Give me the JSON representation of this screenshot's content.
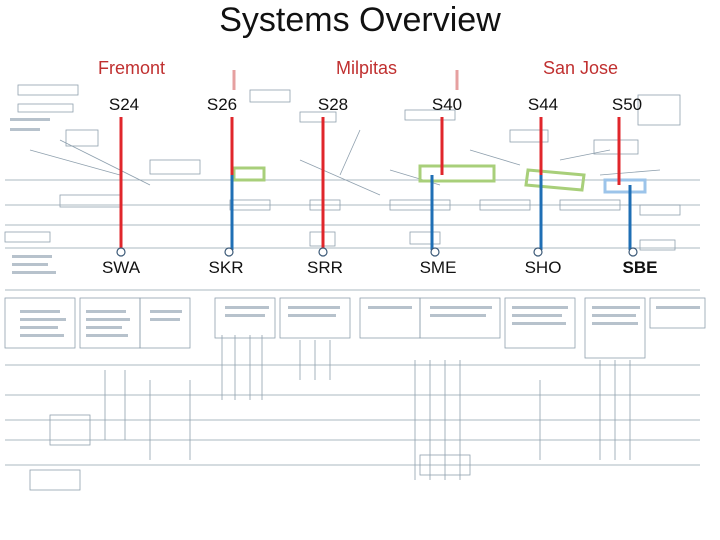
{
  "title": "Systems Overview",
  "cities": [
    {
      "label": "Fremont"
    },
    {
      "label": "Milpitas"
    },
    {
      "label": "San Jose"
    }
  ],
  "stations_top": [
    {
      "label": "S24"
    },
    {
      "label": "S26"
    },
    {
      "label": "S28"
    },
    {
      "label": "S40"
    },
    {
      "label": "S44"
    },
    {
      "label": "S50"
    }
  ],
  "stations_bottom": [
    {
      "label": "SWA"
    },
    {
      "label": "SKR"
    },
    {
      "label": "SRR"
    },
    {
      "label": "SME"
    },
    {
      "label": "SHO"
    },
    {
      "label": "SBE"
    }
  ],
  "colors": {
    "top_line": "#e0262b",
    "bottom_line": "#1f6fb5",
    "city_text": "#c03030",
    "highlight_green": "#a8cf7a",
    "highlight_blue": "#9cc4ea",
    "divider": "#e6a0a0"
  }
}
